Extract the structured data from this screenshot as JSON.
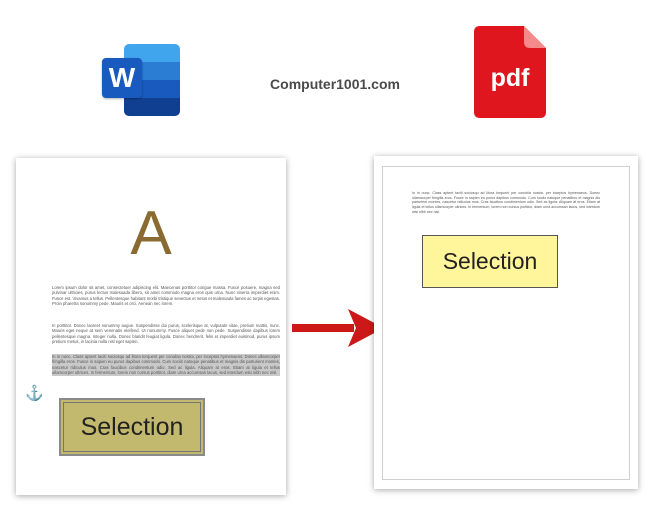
{
  "header": {
    "site_name": "Computer1001.com",
    "word_logo_letter": "W",
    "pdf_icon_label": "pdf"
  },
  "icons": {
    "word": "word-logo-icon",
    "pdf": "pdf-file-icon",
    "arrow": "arrow-right-icon",
    "anchor": "anchor-icon"
  },
  "colors": {
    "word_blue": "#185abd",
    "pdf_red": "#e0161e",
    "arrow_red": "#cc1818",
    "left_selection_fill": "#c2b86e",
    "right_selection_fill": "#fff59a",
    "big_letter": "#8a6a30"
  },
  "left_page": {
    "big_letter": "A",
    "paragraph1": "Lorem ipsum dolor sit amet, consectetuer adipiscing elit. Maecenas porttitor congue massa. Fusce posuere, magna sed pulvinar ultricies, purus lectus malesuada libero, sit amet commodo magna eros quis urna. Nunc viverra imperdiet enim. Fusce est. Vivamus a tellus. Pellentesque habitant morbi tristique senectus et netus et malesuada fames ac turpis egestas. Proin pharetra nonummy pede. Mauris et orci. Aenean nec lorem.",
    "paragraph2": "In porttitor. Donec laoreet nonummy augue. Suspendisse dui purus, scelerisque at, vulputate vitae, pretium mattis, nunc. Mauris eget neque at sem venenatis eleifend. Ut nonummy. Fusce aliquet pede non pede. Suspendisse dapibus lorem pellentesque magna. Integer nulla. Donec blandit feugiat ligula. Donec hendrerit, felis et imperdiet euismod, purus ipsum pretium metus, in lacinia nulla nisl eget sapien.",
    "paragraph3": "In in nunc. Class aptent taciti sociosqu ad litora torquent per conubia nostra, per inceptos hymenaeos. Donec ullamcorper fringilla eros. Fusce in sapien eu purus dapibus commodo. Cum sociis natoque penatibus et magnis dis parturient montes, nascetur ridiculus mus. Cras faucibus condimentum odio. Sed ac ligula. Aliquam at eros. Etiam at ligula et tellus ullamcorper ultrices. In fermentum, lorem non cursus porttitor, diam urna accumsan lacus, sed interdum wisi nibh nec nisl.",
    "anchor_glyph": "⚓",
    "selection_label": "Selection"
  },
  "right_page": {
    "paragraph": "In in nunc. Class aptent taciti sociosqu ad litora torquent per conubia nostra, per inceptos hymenaeos. Donec ullamcorper fringilla eros. Fusce in sapien eu purus dapibus commodo. Cum sociis natoque penatibus et magnis dis parturient montes, nascetur ridiculus mus. Cras faucibus condimentum odio. Sed ac ligula. Aliquam at eros. Etiam at ligula et tellus ullamcorper ultrices. In fermentum, lorem non cursus porttitor, diam urna accumsan lacus, sed interdum wisi nibh nec nisl.",
    "selection_label": "Selection"
  }
}
